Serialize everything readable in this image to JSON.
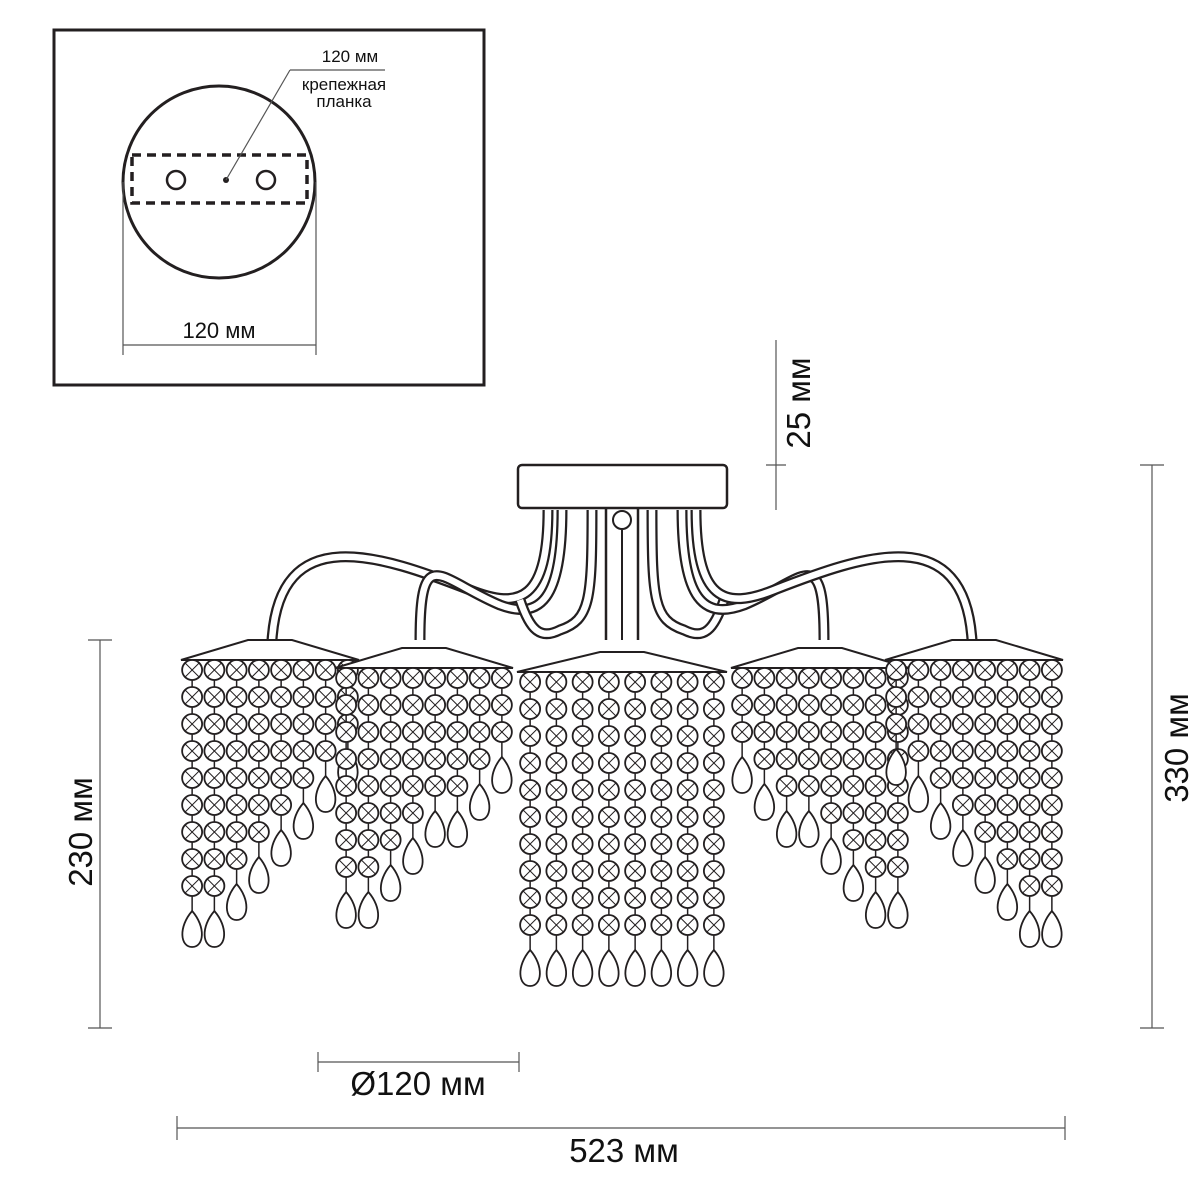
{
  "inset": {
    "top_label": "120 мм",
    "callout_line1": "крепежная",
    "callout_line2": "планка",
    "bottom_label": "120 мм"
  },
  "dimensions": {
    "top_height": "25 мм",
    "total_height": "330 мм",
    "drop_height": "230 мм",
    "shade_diameter": "Ø120 мм",
    "width": "523 мм"
  },
  "colors": {
    "line": "#231f20",
    "dimension": "#555555"
  }
}
